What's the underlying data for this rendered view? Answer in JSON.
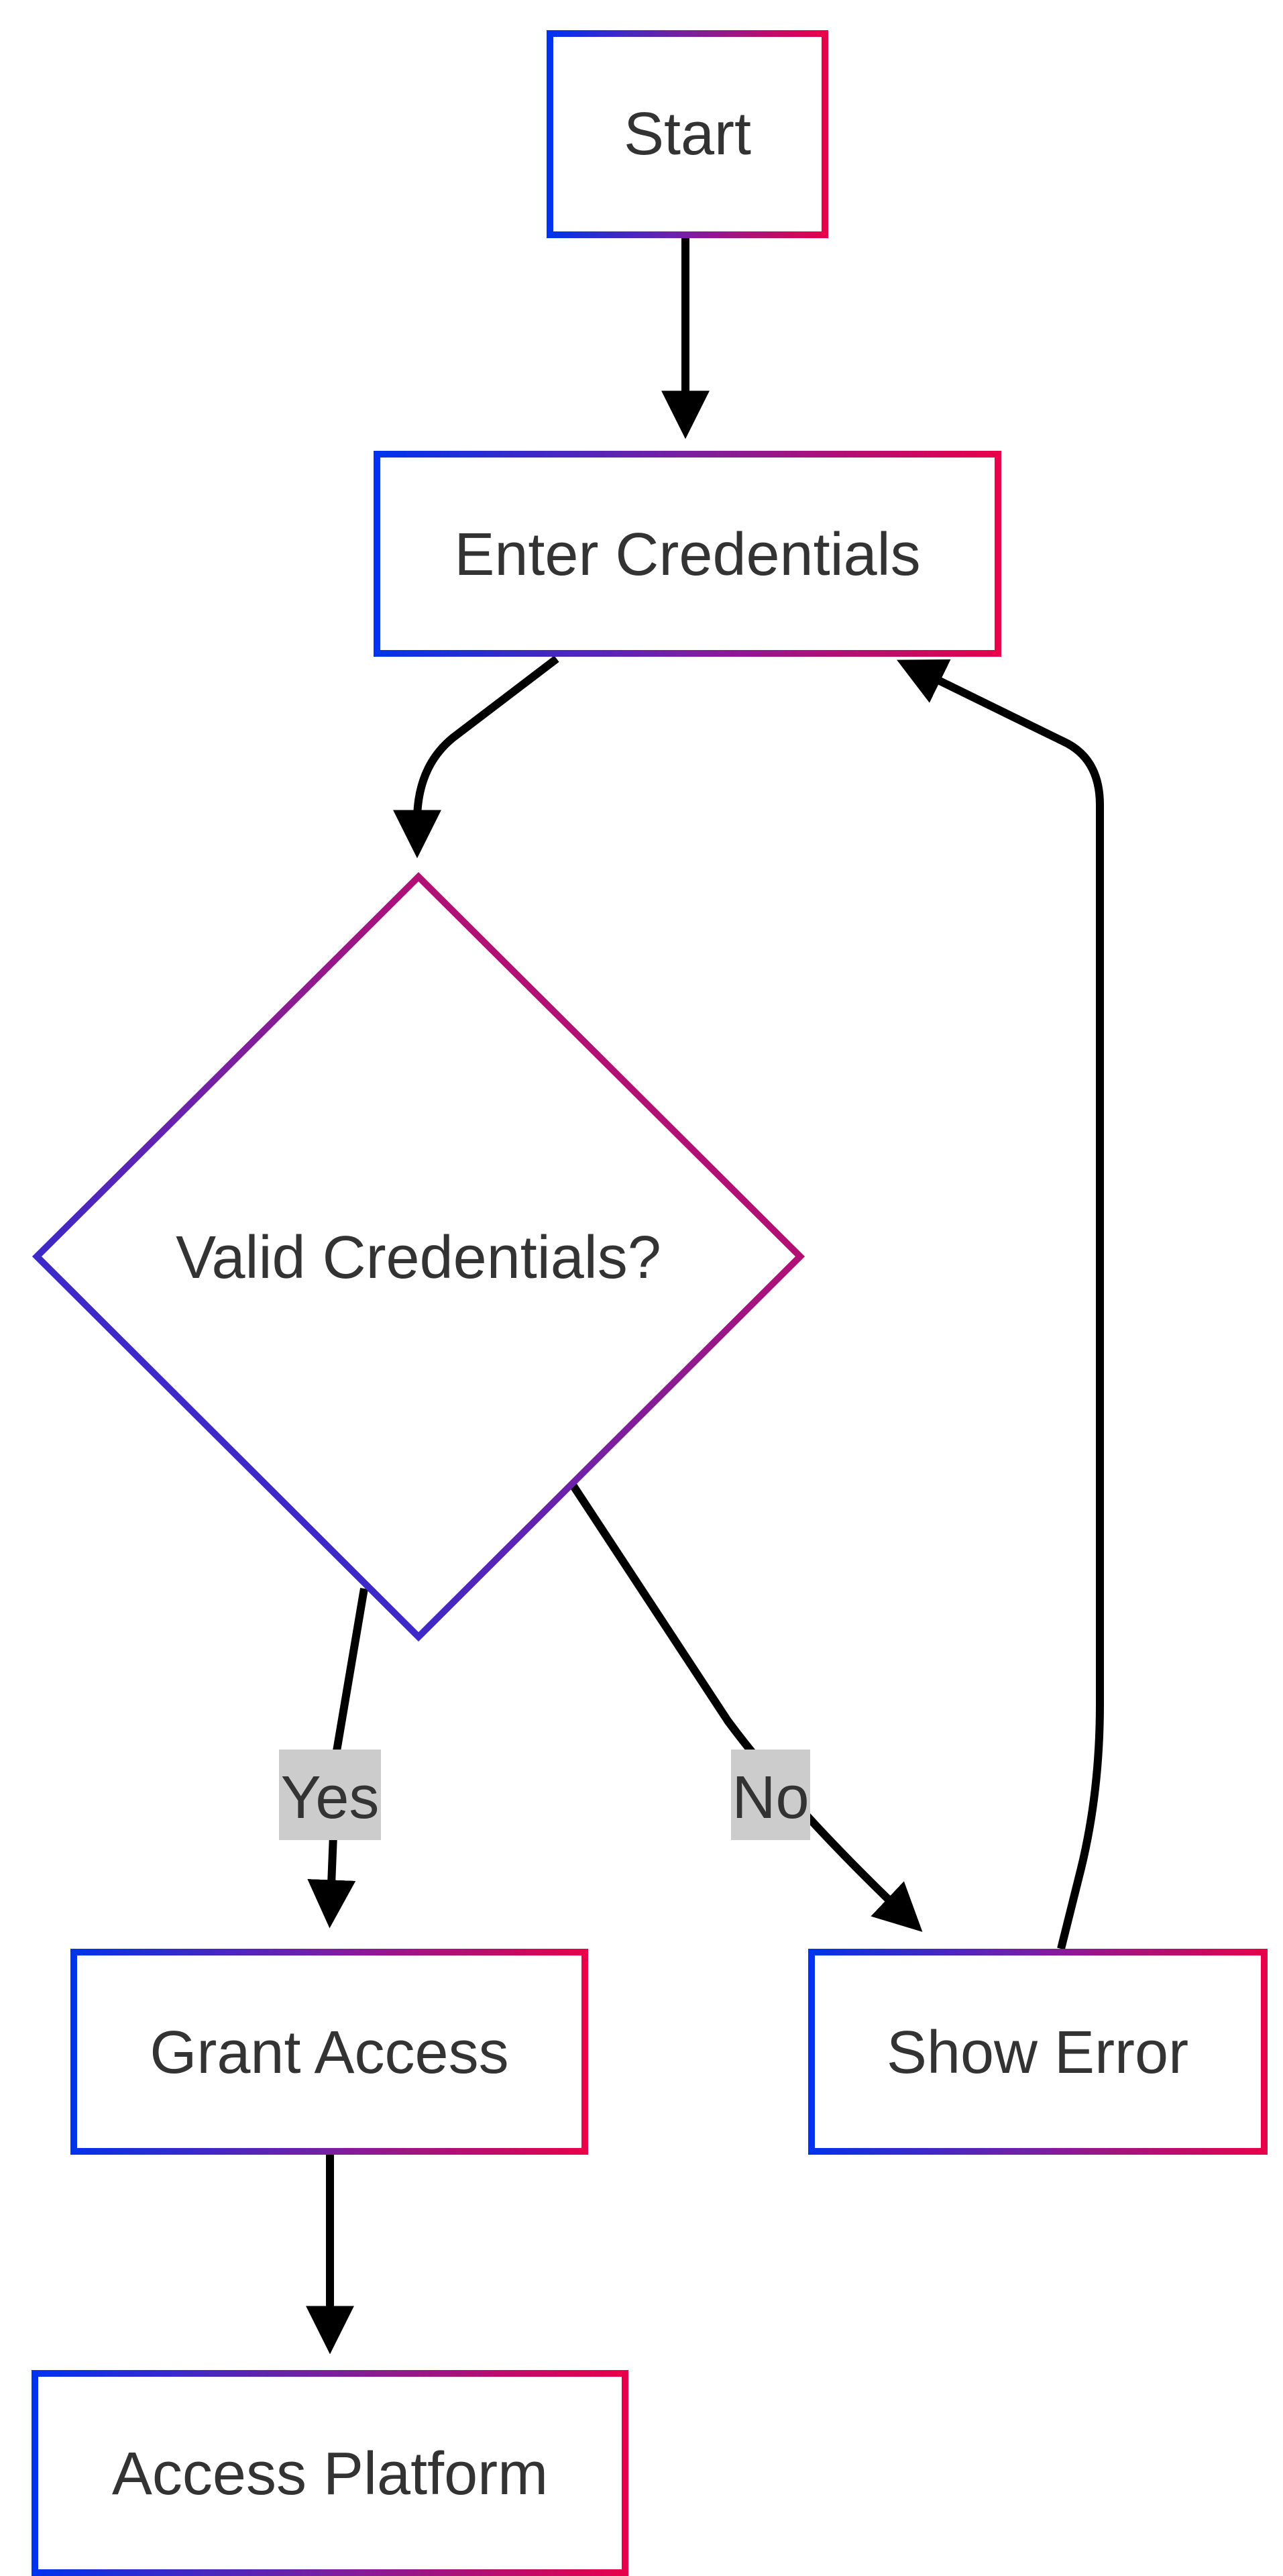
{
  "diagram": {
    "nodes": {
      "start": "Start",
      "enter_credentials": "Enter Credentials",
      "valid_credentials": "Valid Credentials?",
      "grant_access": "Grant Access",
      "show_error": "Show Error",
      "access_platform": "Access Platform"
    },
    "edge_labels": {
      "yes": "Yes",
      "no": "No"
    }
  },
  "colors": {
    "border_gradient_start": "#0033ee",
    "border_gradient_mid": "#7a1fa0",
    "border_gradient_end": "#e8004a",
    "arrow": "#000000",
    "text": "#333333",
    "edge_label_bg": "#cccccc"
  }
}
